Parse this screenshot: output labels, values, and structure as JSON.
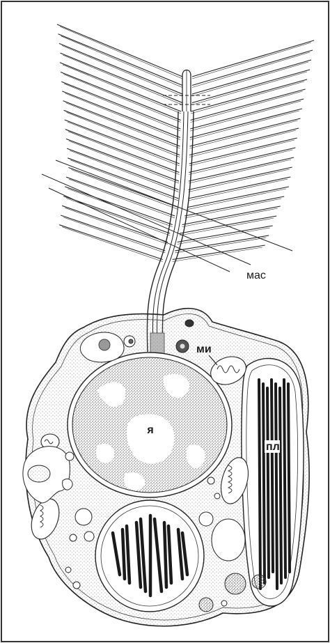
{
  "figure": {
    "labels": {
      "mastigonemes": "мас",
      "mitochondrion": "ми",
      "nucleus": "я",
      "plastid": "пл"
    },
    "colors": {
      "ink": "#1a1a1a",
      "frame": "#333333",
      "nucleoplasm_stipple": "#6a6a6a",
      "background": "#ffffff"
    }
  }
}
